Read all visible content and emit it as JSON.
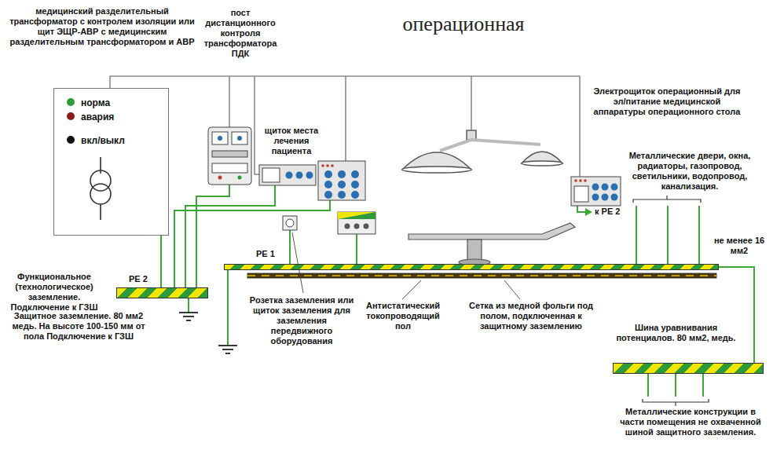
{
  "diagram": {
    "title": "операционная",
    "nodes": [
      {
        "text": [
          "норма",
          "авария",
          "вкл/выкл"
        ]
      },
      {
        "text": [
          "PE 2"
        ]
      },
      {
        "text": [
          "PE 1"
        ]
      },
      {
        "text": [
          "Шина уравнивания потенциалов. 80 мм2, медь."
        ]
      }
    ],
    "edges": [
      {
        "from": 0,
        "to": 1,
        "arrow": "none"
      },
      {
        "from": 2,
        "to": 3,
        "arrow": "none"
      }
    ],
    "labels": [
      "медицинский разделительный трансформатор с контролем изоляции или щит ЭЩР-АВР с медицинским разделительным трансформатором и АВР",
      "пост дистанционного контроля трансформатора ПДК",
      "щиток места лечения пациента",
      "Электрощиток операционный для эл/питание медицинской аппаратуры операционного стола",
      "Металлические двери, окна, радиаторы, газопровод, светильники, водопровод, канализация.",
      "не менее 16 мм2",
      "к PE 2",
      "Функциональное (технологическое) заземление. Подключение к ГЗШ",
      "Защитное заземление. 80 мм2 медь. На высоте 100-150 мм от пола Подключение к ГЗШ",
      "Розетка заземления или щиток заземления для заземления передвижного оборудования",
      "Антистатический токопроводящий пол",
      "Сетка из медной фольги под полом, подключенная к защитному заземлению",
      "Металлические конструкции в части помещения не охваченной шиной защитного заземления."
    ]
  }
}
